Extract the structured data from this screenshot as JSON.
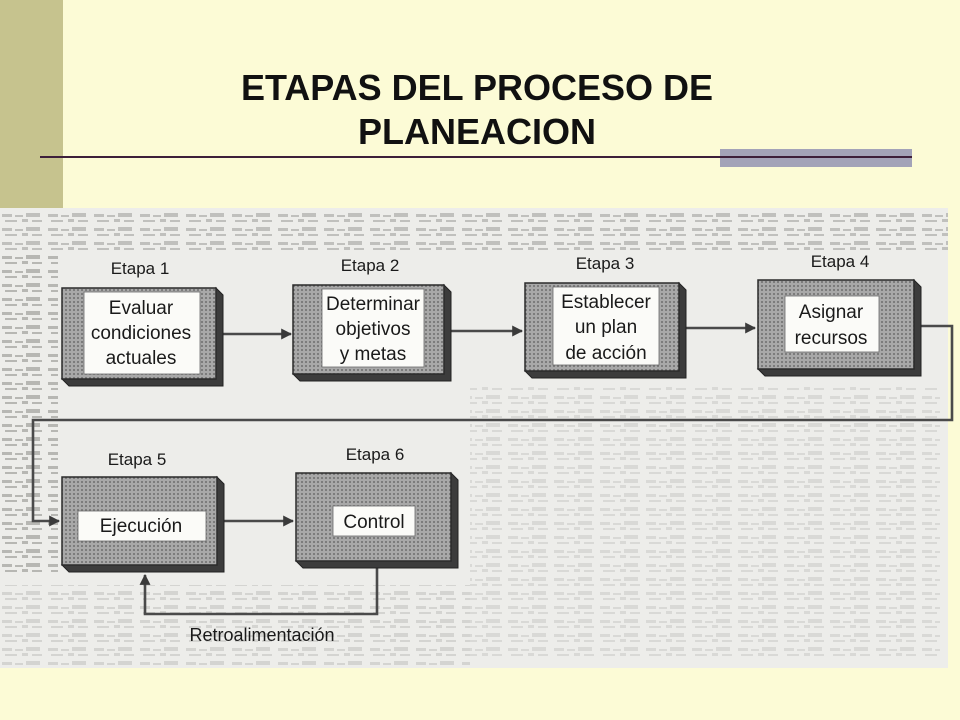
{
  "theme": {
    "background": "#FCFBD6",
    "accent_stripe": "#C6C38E",
    "title_color": "#111111",
    "rule_color": "#3D1F3A",
    "rule_bar_color": "#A3A3B8"
  },
  "slide": {
    "title_line1": "ETAPAS DEL PROCESO DE",
    "title_line2": "PLANEACION"
  },
  "diagram": {
    "stages": [
      {
        "label": "Etapa 1",
        "lines": [
          "Evaluar",
          "condiciones",
          "actuales"
        ]
      },
      {
        "label": "Etapa 2",
        "lines": [
          "Determinar",
          "objetivos",
          "y metas"
        ]
      },
      {
        "label": "Etapa 3",
        "lines": [
          "Establecer",
          "un plan",
          "de acción"
        ]
      },
      {
        "label": "Etapa 4",
        "lines": [
          "Asignar",
          "recursos"
        ]
      },
      {
        "label": "Etapa 5",
        "lines": [
          "Ejecución"
        ]
      },
      {
        "label": "Etapa 6",
        "lines": [
          "Control"
        ]
      }
    ],
    "feedback_label": "Retroalimentación"
  }
}
